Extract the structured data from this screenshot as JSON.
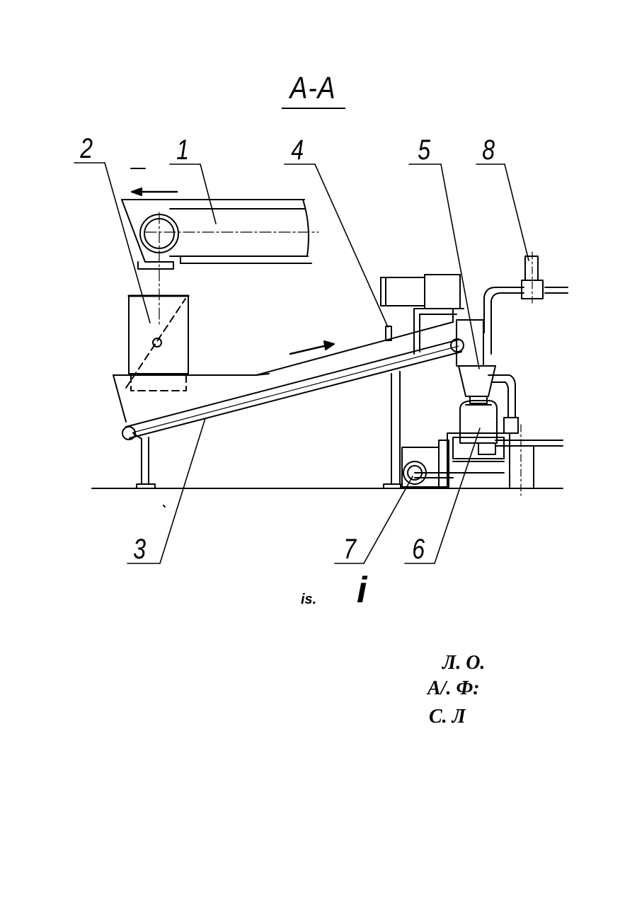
{
  "section": {
    "title": "A-A"
  },
  "callouts": [
    "1",
    "2",
    "3",
    "4",
    "5",
    "6",
    "7",
    "8"
  ],
  "caption": {
    "prefix": "is.",
    "number": "i"
  },
  "signatures": [
    "Л. О.",
    "А/. Ф:",
    "С. Л"
  ],
  "colors": {
    "ink": "#000000",
    "paper": "#ffffff"
  }
}
